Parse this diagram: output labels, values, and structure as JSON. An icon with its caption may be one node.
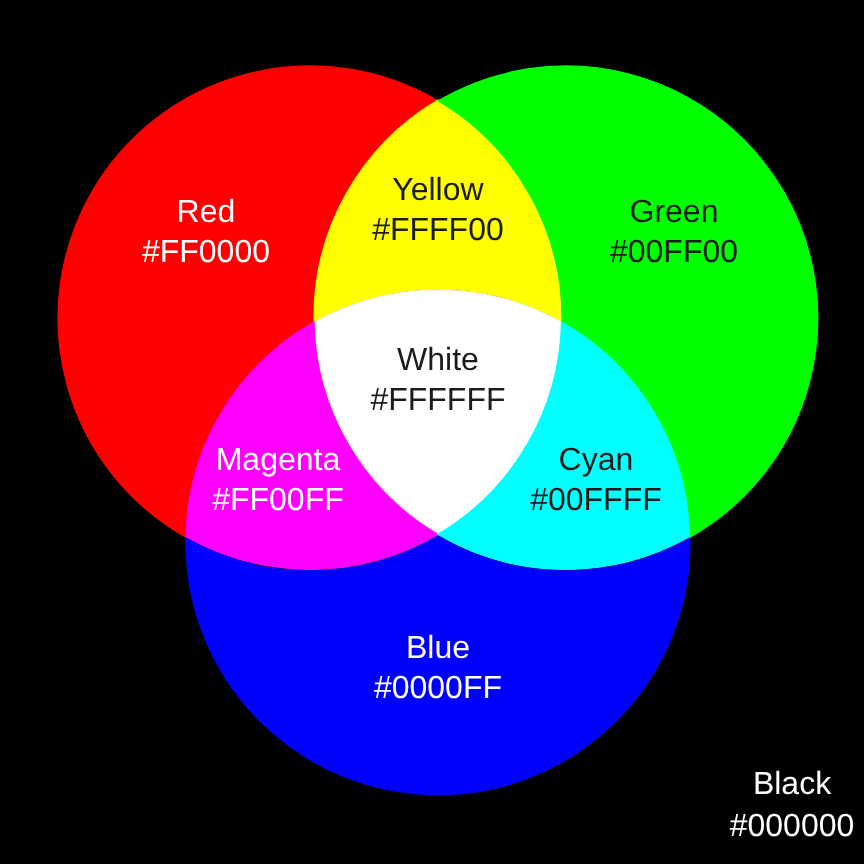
{
  "diagram": {
    "nodes": [
      {
        "text": [
          "Red",
          "#FF0000"
        ]
      },
      {
        "text": [
          "Yellow",
          "#FFFF00"
        ]
      },
      {
        "text": [
          "Green",
          "#00FF00"
        ]
      },
      {
        "text": [
          "White",
          "#FFFFFF"
        ]
      },
      {
        "text": [
          "Magenta",
          "#FF00FF"
        ]
      },
      {
        "text": [
          "Cyan",
          "#00FFFF"
        ]
      },
      {
        "text": [
          "Blue",
          "#0000FF"
        ]
      }
    ],
    "labels": [
      "Black",
      "#000000"
    ]
  }
}
